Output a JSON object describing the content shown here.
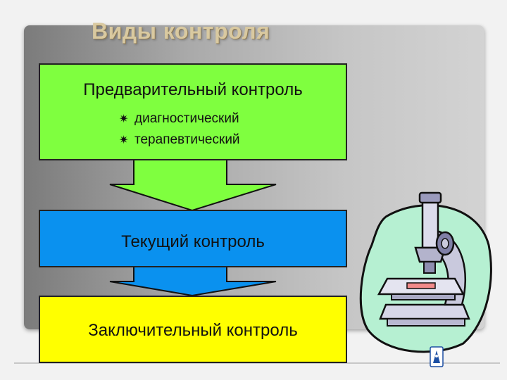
{
  "title": "Виды контроля",
  "boxes": [
    {
      "heading": "Предварительный контроль",
      "bullets": [
        "диагностический",
        "терапевтический"
      ],
      "color": "#7fff3f"
    },
    {
      "heading": "Текущий контроль",
      "color": "#0a91ef"
    },
    {
      "heading": "Заключительный контроль",
      "color": "#ffff00"
    }
  ],
  "bullet_symbol": "✷",
  "colors": {
    "panel_dark": "#7b7b7b",
    "panel_light": "#d3d3d3",
    "title": "#d9c9a0",
    "arrow_green": "#7fff3f",
    "arrow_blue": "#0a91ef",
    "blob": "#b6f0d2"
  },
  "icons": [
    "microscope-illustration",
    "logo-emblem-icon"
  ]
}
